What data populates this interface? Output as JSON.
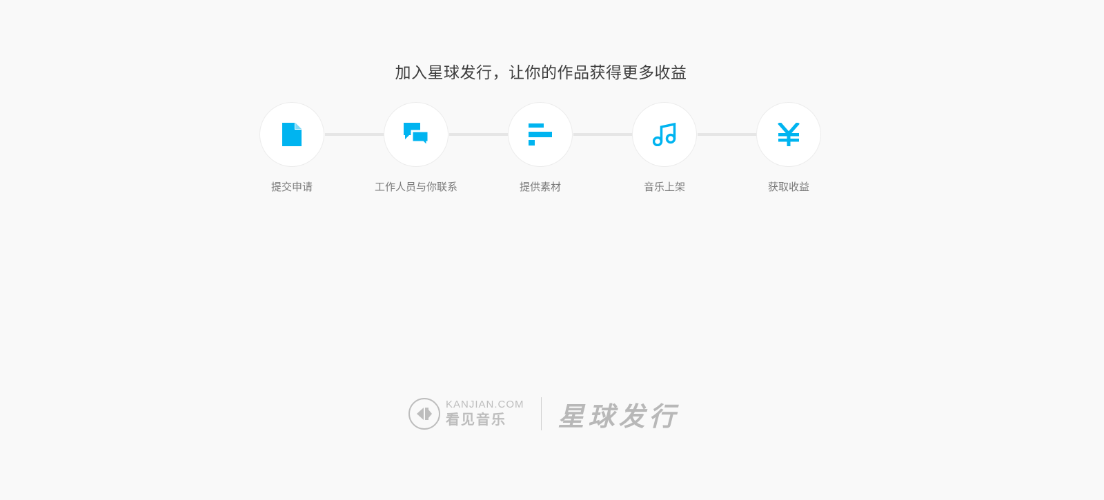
{
  "headline": "加入星球发行，让你的作品获得更多收益",
  "steps": [
    {
      "label": "提交申请",
      "icon": "document-icon"
    },
    {
      "label": "工作人员与你联系",
      "icon": "chat-bubbles-icon"
    },
    {
      "label": "提供素材",
      "icon": "bars-icon"
    },
    {
      "label": "音乐上架",
      "icon": "music-note-icon"
    },
    {
      "label": "获取收益",
      "icon": "yen-icon"
    }
  ],
  "footer": {
    "kanjian_domain": "KANJIAN.COM",
    "kanjian_name": "看见音乐",
    "brand_name": "星球发行"
  },
  "colors": {
    "accent": "#00b4f0",
    "background": "#f9f9f9",
    "logo_gray": "#bdbdbd"
  }
}
